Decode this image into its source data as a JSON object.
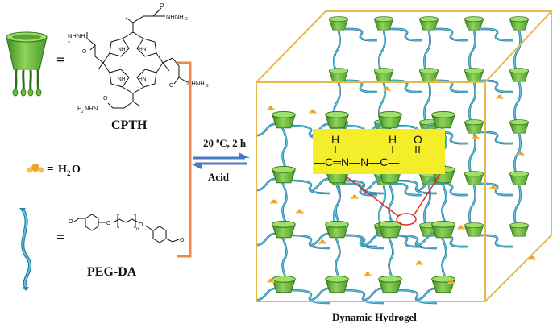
{
  "legend": {
    "cpth": {
      "name": "CPTH",
      "equals": "=",
      "groups": {
        "hydrazide_top": "NHNH",
        "hydrazide_top_sub": "2",
        "hydrazide_right": "NHNH",
        "hydrazide_right_sub": "2",
        "hydrazide_left": "NHNH",
        "hydrazide_left_sub": "2",
        "amine_bottom": "H",
        "amine_bottom_sub": "2",
        "amine_bottom_n": "NHN",
        "ring_nh_1": "NH",
        "ring_nh_2": "HN",
        "ring_nh_3": "NH",
        "ring_nh_4": "HN"
      }
    },
    "water": {
      "equals": "=",
      "h": "H",
      "sub": "2",
      "o": "O"
    },
    "pegda": {
      "name": "PEG-DA",
      "equals": "=",
      "atom_o1": "O",
      "atom_o2": "O",
      "atom_o3": "O",
      "atom_o4": "O",
      "repeat_n": "n"
    }
  },
  "reaction": {
    "forward_condition_a": "20 ",
    "forward_condition_deg": "o",
    "forward_condition_b": "C, 2 h",
    "reverse_condition": "Acid"
  },
  "bond": {
    "h1": "H",
    "h2": "H",
    "o": "O",
    "formula": "—C═N—N—C—"
  },
  "hydrogel": {
    "caption": "Dynamic Hydrogel"
  },
  "colors": {
    "bucket_green": "#6abf3a",
    "bucket_dark": "#3f8a22",
    "chain_blue": "#3aa7c9",
    "bracket_orange": "#f0883a",
    "arrow_blue": "#4a78c4",
    "cube_edge": "#e8b84a",
    "highlight_yellow": "#f4ee2a",
    "zoom_red": "#e02a2a",
    "water_orange": "#f2a020"
  }
}
